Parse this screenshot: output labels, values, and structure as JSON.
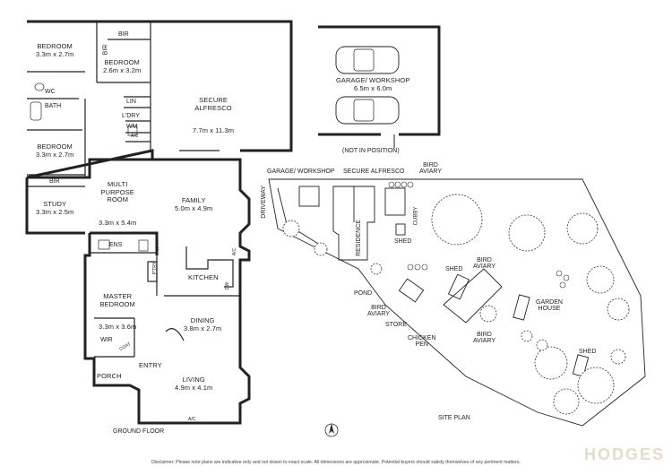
{
  "floor_plan": {
    "ground_floor_label": "GROUND FLOOR",
    "rooms": {
      "bedroom1": {
        "name": "BEDROOM",
        "dims": "3.3m x 2.7m"
      },
      "bedroom2": {
        "name": "BEDROOM",
        "dims": "2.6m x 3.2m"
      },
      "bedroom3": {
        "name": "BEDROOM",
        "dims": "3.3m x 2.7m"
      },
      "secure_alfresco": {
        "name": "SECURE\nALFRESCO",
        "dims": "7.7m x 11.3m"
      },
      "multi_purpose": {
        "name": "MULTI\nPURPOSE\nROOM",
        "dims": "3.3m x 5.4m"
      },
      "study": {
        "name": "STUDY",
        "dims": "3.3m x 2.5m"
      },
      "family": {
        "name": "FAMILY",
        "dims": "5.0m x 4.9m"
      },
      "master_bedroom": {
        "name": "MASTER\nBEDROOM",
        "dims": "3.3m x 3.6m"
      },
      "kitchen": {
        "name": "KITCHEN",
        "dims": ""
      },
      "dining": {
        "name": "DINING",
        "dims": "3.8m x 2.7m"
      },
      "living": {
        "name": "LIVING",
        "dims": "4.9m x 4.1m"
      },
      "entry": {
        "name": "ENTRY",
        "dims": ""
      },
      "porch": {
        "name": "PORCH",
        "dims": ""
      }
    },
    "small_labels": {
      "bir_top": "BIR",
      "bir_side": "BIR",
      "bir_study": "BIR",
      "wc": "WC",
      "bath": "BATH",
      "lin": "LIN",
      "ldry": "L'DRY",
      "wm": "WM",
      "ac1": "A/C",
      "ens": "ENS",
      "f": "F",
      "wir": "WIR",
      "coat": "COAT",
      "pty": "P'TRY",
      "dw": "DW",
      "ac2": "A/C",
      "ac3": "A/C"
    },
    "garage": {
      "name": "GARAGE/ WORKSHOP",
      "dims": "6.5m x 6.0m",
      "note": "(NOT IN POSITION)"
    }
  },
  "site_plan": {
    "title": "SITE PLAN",
    "labels": {
      "garage_workshop": "GARAGE/ WORKSHOP",
      "secure_alfresco": "SECURE ALFRESCO",
      "bird_aviary_top": "BIRD\nAVIARY",
      "driveway": "DRIVEWAY",
      "residence": "RESIDENCE",
      "cubby": "CUBBY",
      "shed1": "SHED",
      "shed2": "SHED",
      "bird_aviary_right": "BIRD\nAVIARY",
      "pond": "POND",
      "bird_aviary_left": "BIRD\nAVIARY",
      "store": "STORE",
      "bird_aviary_mid": "BIRD\nAVIARY",
      "chicken_pen": "CHICKEN\nPEN",
      "garden_house": "GARDEN\nHOUSE",
      "shed3": "SHED"
    }
  },
  "footer": {
    "disclaimer": "Disclaimer: Please note plans are indicative only and not drawn to exact scale. All dimensions are approximate. Potential buyers should satisfy themselves of any pertinent matters.",
    "brand": "HODGES"
  }
}
